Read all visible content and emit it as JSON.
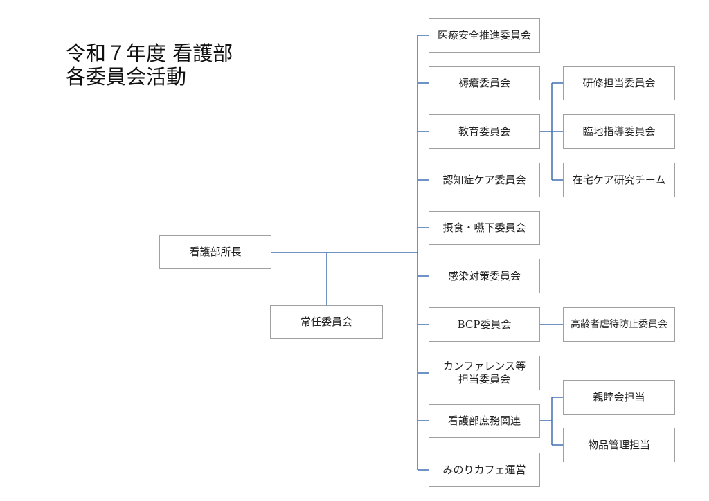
{
  "title": {
    "line1": "令和７年度 看護部",
    "line2": "各委員会活動"
  },
  "root": "看護部所長",
  "standing": "常任委員会",
  "committees": [
    "医療安全推進委員会",
    "褥瘡委員会",
    "教育委員会",
    "認知症ケア委員会",
    "摂食・嚥下委員会",
    "感染対策委員会",
    "BCP委員会",
    {
      "line1": "カンファレンス等",
      "line2": "担当委員会"
    },
    "看護部庶務関連",
    "みのりカフェ運営"
  ],
  "sub_committees": {
    "education": [
      "研修担当委員会",
      "臨地指導委員会",
      "在宅ケア研究チーム"
    ],
    "bcp": [
      "高齢者虐待防止委員会"
    ],
    "general_affairs": [
      "親睦会担当",
      "物品管理担当"
    ]
  },
  "colors": {
    "connector": "#3f6fb0",
    "box_border": "#a0a0a0"
  }
}
